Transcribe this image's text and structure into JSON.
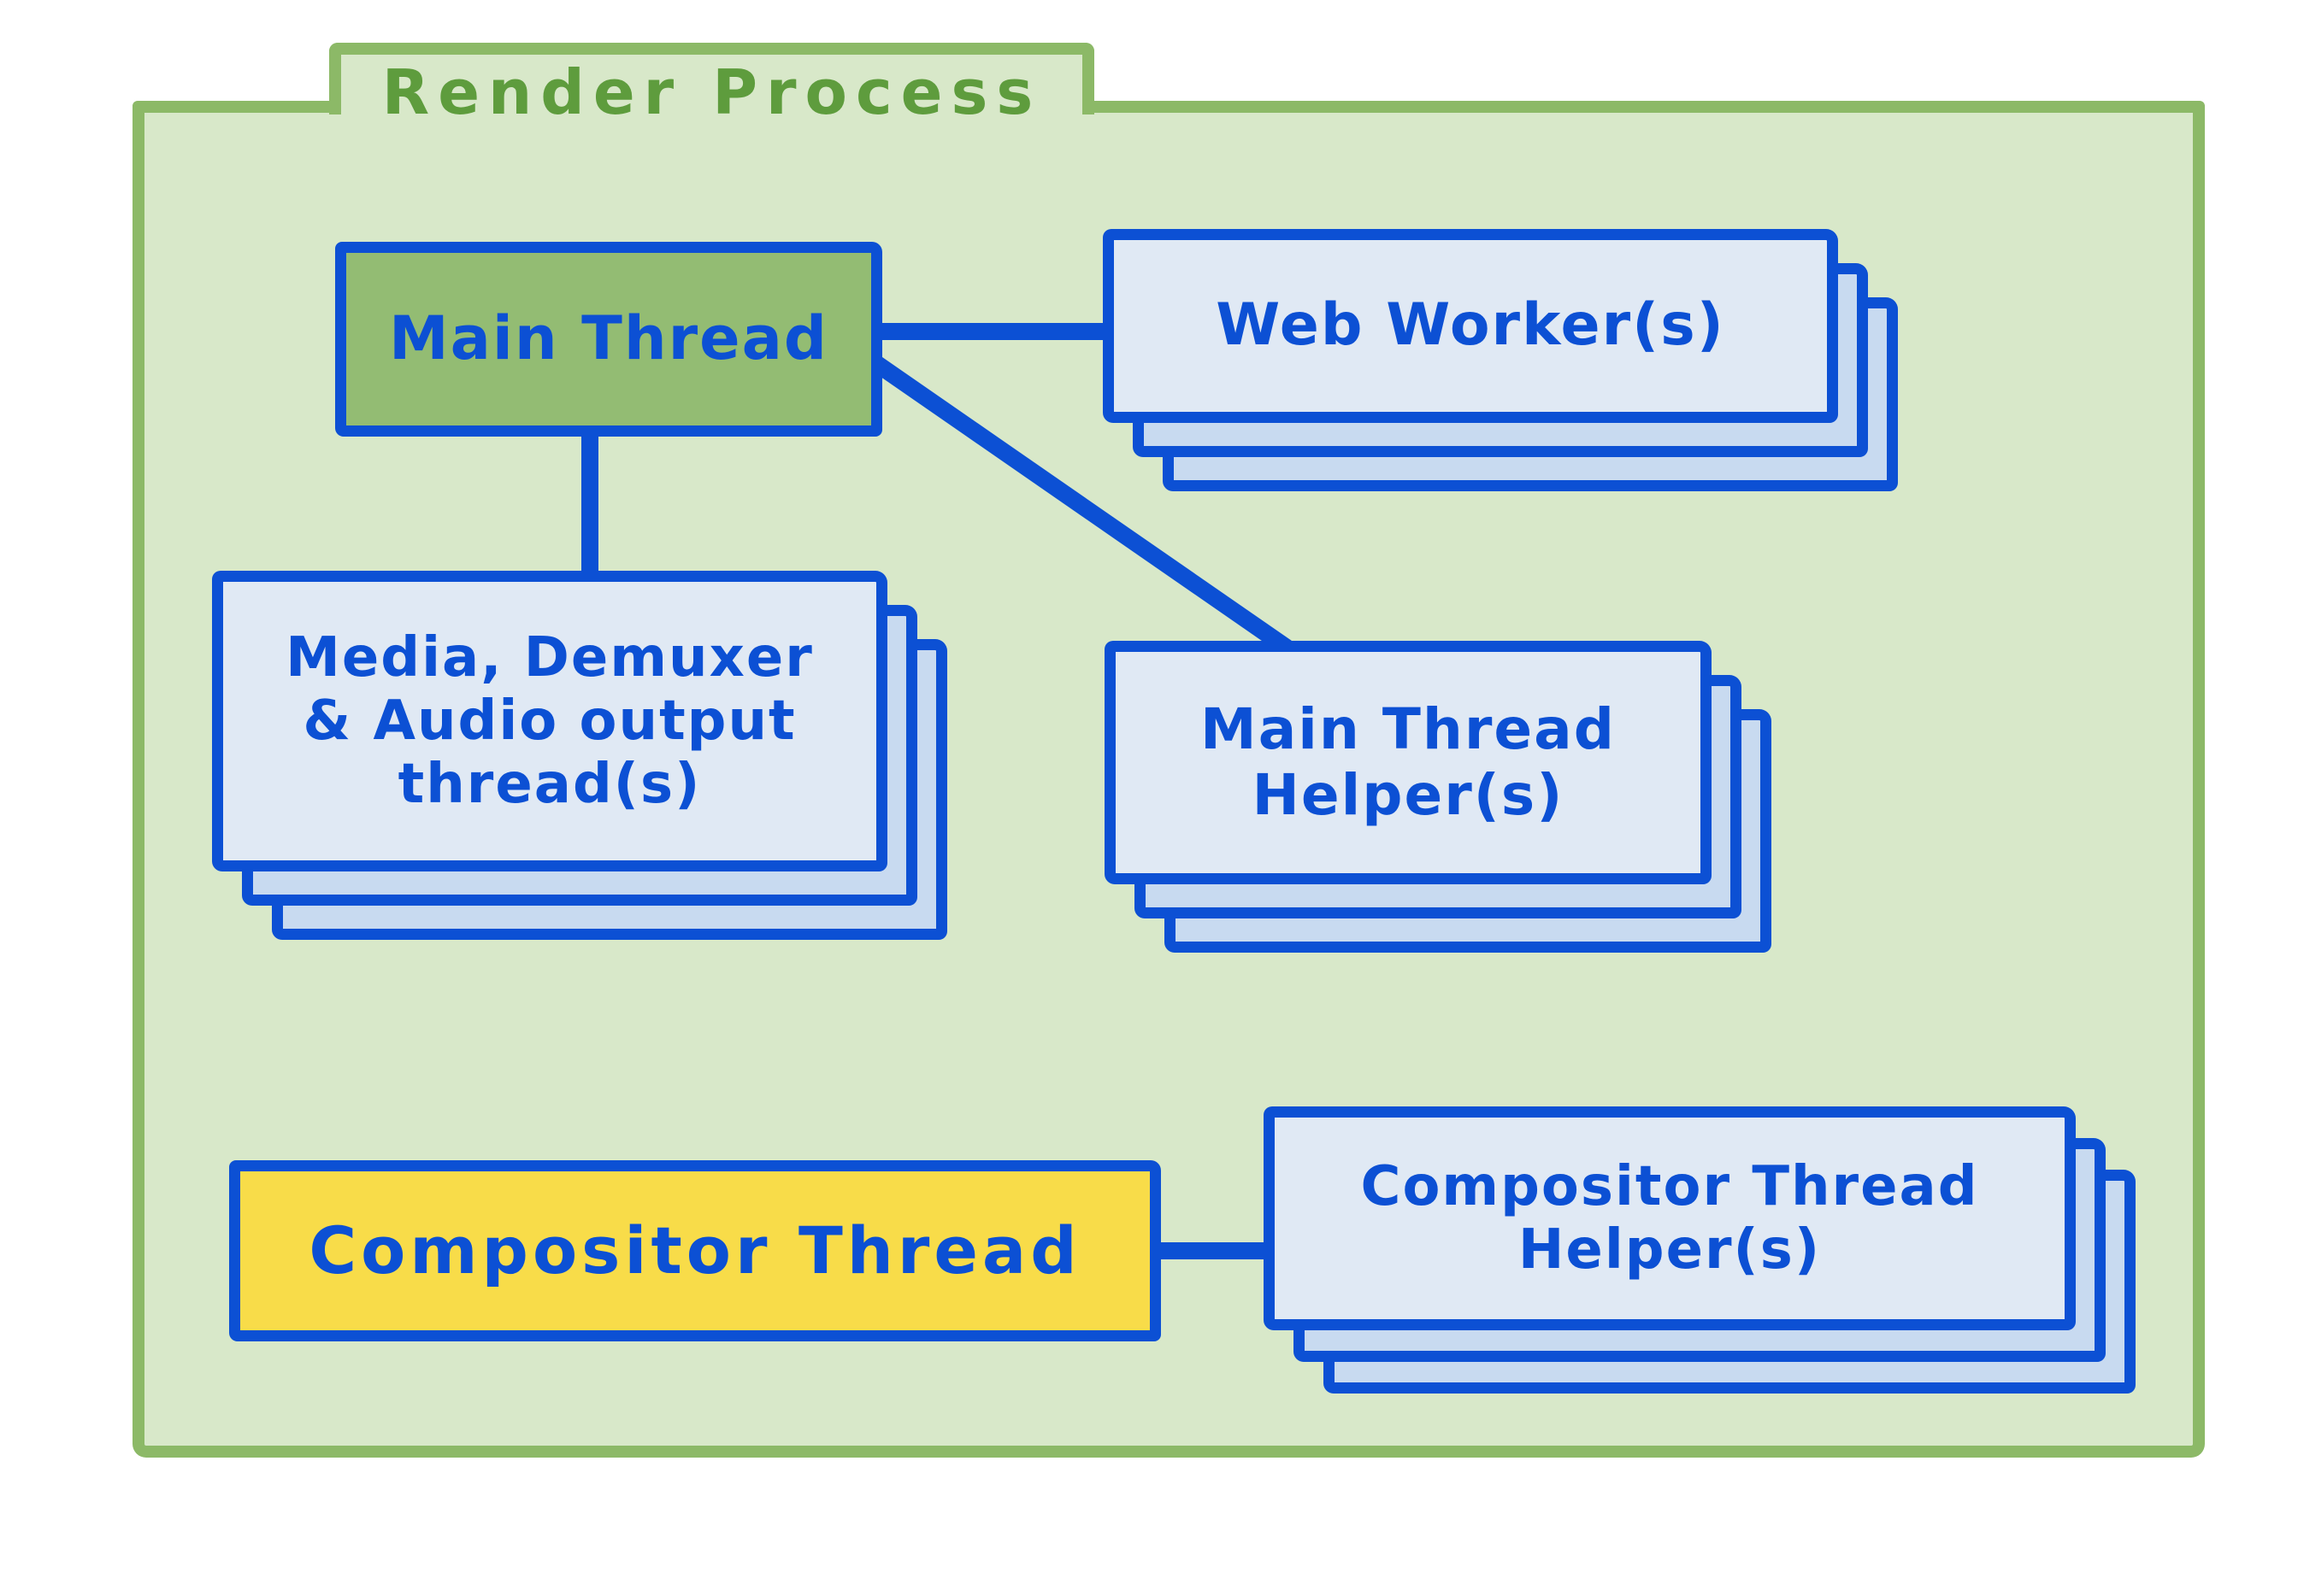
{
  "diagram": {
    "title": "Render Process",
    "container": {
      "label": "Render Process",
      "fill": "#d8e8c9",
      "border_color": "#8cb967",
      "title_color": "#5e9c3d"
    },
    "colors": {
      "connector_blue": "#0c50d4",
      "node_green": "#93bc73",
      "node_yellow": "#f8dc49",
      "card_front": "#e0e9f4",
      "card_back": "#c8daf0"
    },
    "nodes": [
      {
        "id": "main-thread",
        "variant": "green-solid",
        "stacked": false,
        "lines": [
          "Main Thread"
        ]
      },
      {
        "id": "web-workers",
        "variant": "card-stack",
        "stacked": true,
        "lines": [
          "Web Worker(s)"
        ]
      },
      {
        "id": "media-demuxer-audio-threads",
        "variant": "card-stack",
        "stacked": true,
        "lines": [
          "Media, Demuxer",
          "& Audio output",
          "thread(s)"
        ]
      },
      {
        "id": "main-thread-helpers",
        "variant": "card-stack",
        "stacked": true,
        "lines": [
          "Main Thread",
          "Helper(s)"
        ]
      },
      {
        "id": "compositor-thread",
        "variant": "yellow-solid",
        "stacked": false,
        "lines": [
          "Compositor Thread"
        ]
      },
      {
        "id": "compositor-thread-helpers",
        "variant": "card-stack",
        "stacked": true,
        "lines": [
          "Compositor Thread",
          "Helper(s)"
        ]
      }
    ],
    "edges": [
      {
        "from": "main-thread",
        "to": "web-workers"
      },
      {
        "from": "main-thread",
        "to": "media-demuxer-audio-threads"
      },
      {
        "from": "main-thread",
        "to": "main-thread-helpers"
      },
      {
        "from": "compositor-thread",
        "to": "compositor-thread-helpers"
      }
    ]
  }
}
